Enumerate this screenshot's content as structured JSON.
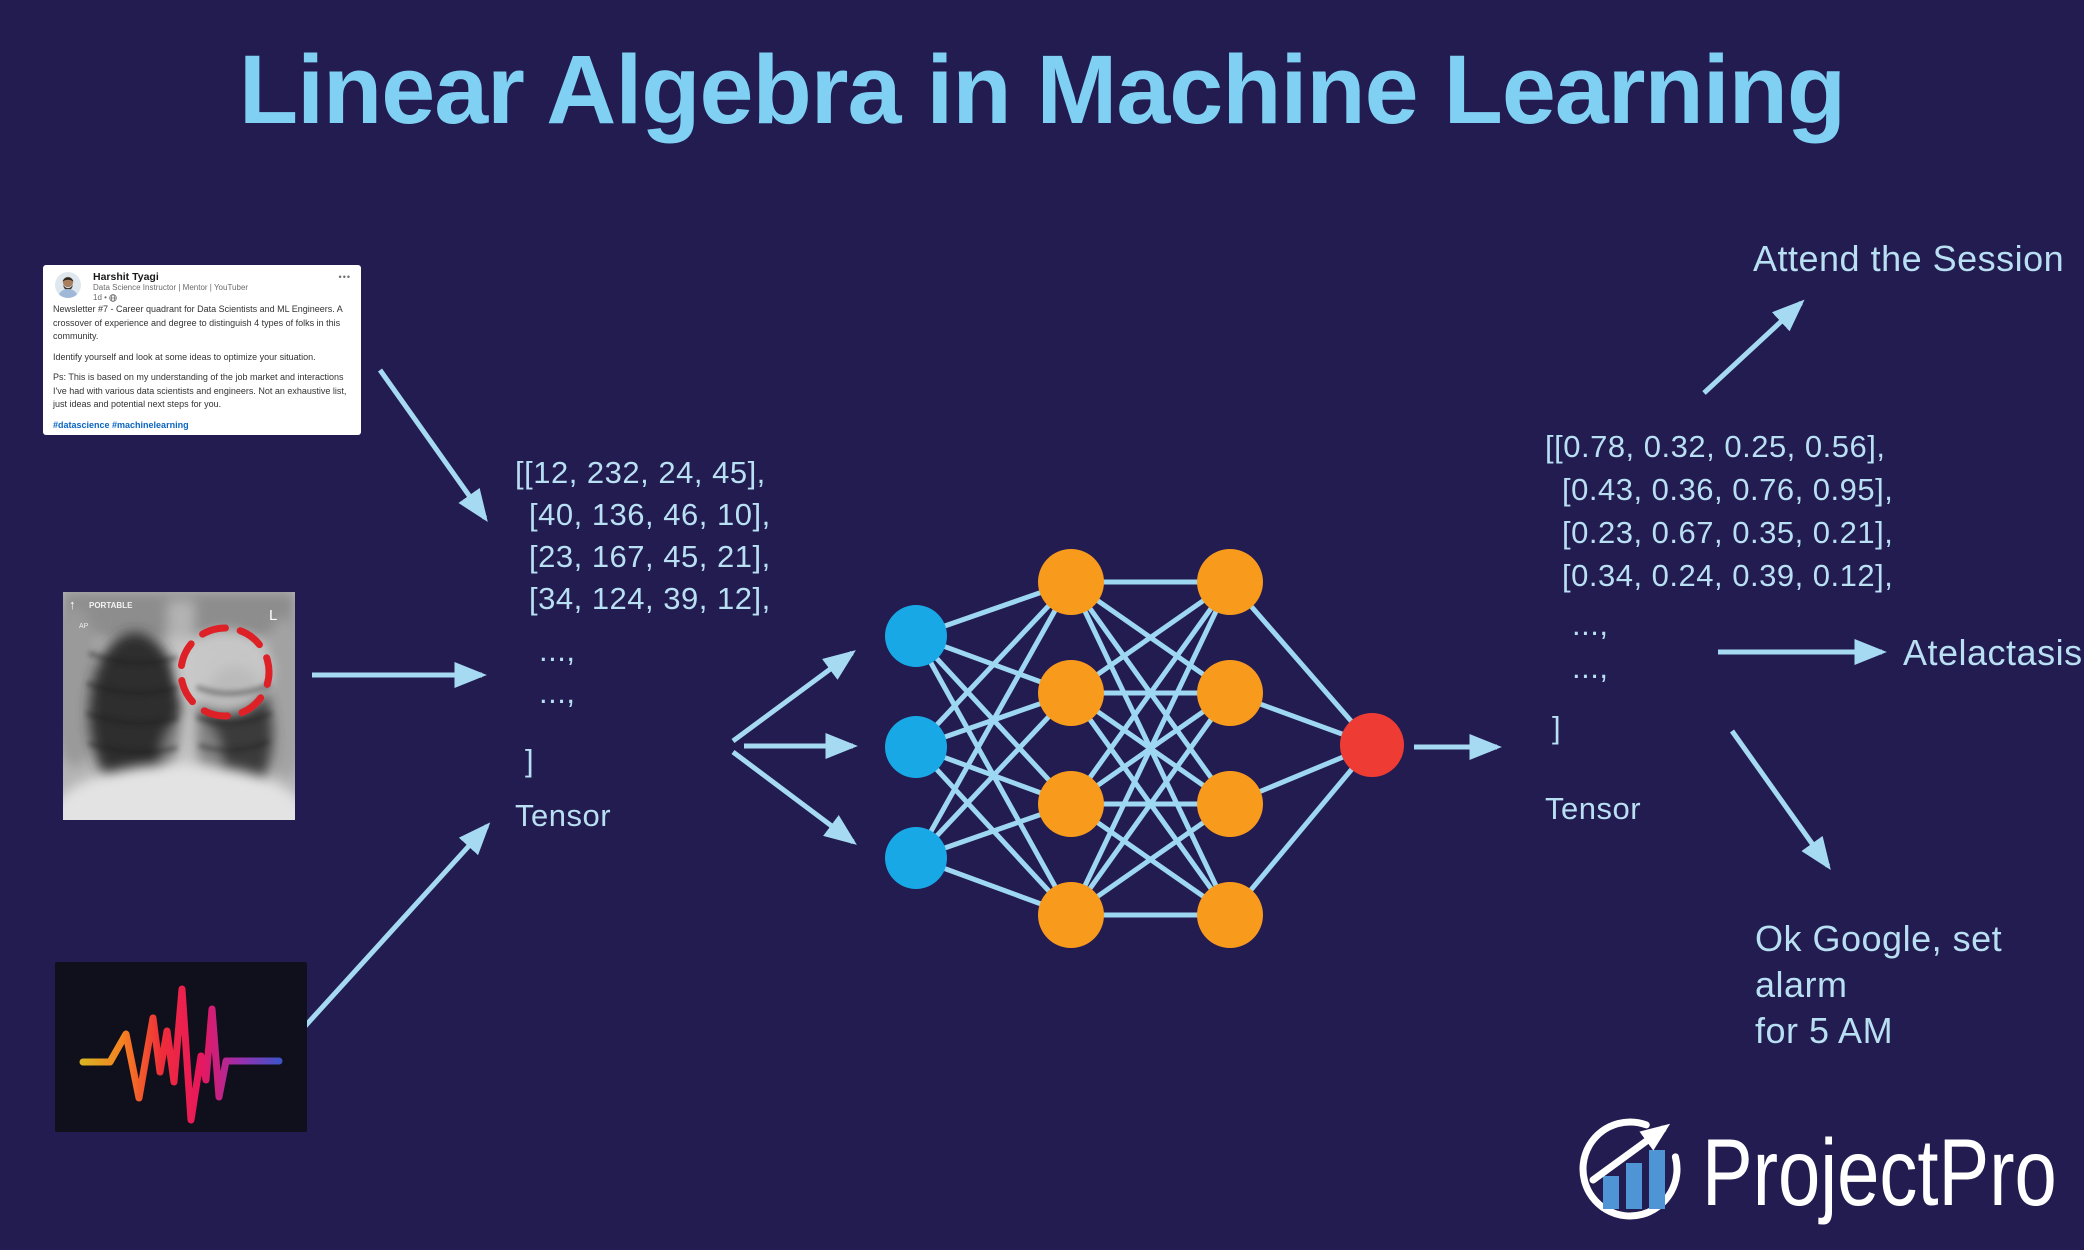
{
  "title": "Linear Algebra in Machine Learning",
  "linkedin_post": {
    "author": "Harshit Tyagi",
    "headline": "Data Science Instructor | Mentor | YouTuber",
    "time": "1d •",
    "menu_dots": "•••",
    "paragraphs": [
      "Newsletter #7 - Career quadrant for Data Scientists and ML Engineers. A crossover of experience and degree to distinguish 4 types of folks in this community.",
      "Identify yourself and look at some ideas to optimize your situation.",
      "Ps: This is based on my understanding of the job market and interactions I've had with various data scientists and engineers. Not an exhaustive list, just ideas and potential next steps for you."
    ],
    "hashtags": "#datascience #machinelearning"
  },
  "xray_labels": {
    "orient_arrow": "↑",
    "portable": "PORTABLE",
    "ap": "AP",
    "left_marker": "L"
  },
  "input_tensor": {
    "lines": [
      "[[12, 232, 24, 45],",
      "[40, 136, 46, 10],",
      "[23, 167, 45, 21],",
      "[34, 124, 39, 12],"
    ],
    "dots1": "...,",
    "dots2": "...,",
    "closing": "]",
    "label": "Tensor"
  },
  "output_tensor": {
    "lines": [
      "[[0.78, 0.32, 0.25, 0.56],",
      "[0.43, 0.36, 0.76, 0.95],",
      "[0.23, 0.67, 0.35, 0.21],",
      "[0.34, 0.24, 0.39, 0.12],"
    ],
    "dots1": "...,",
    "dots2": "...,",
    "closing": "]",
    "label": "Tensor"
  },
  "predictions": {
    "attend": "Attend the Session",
    "atelactasis": "Atelactasis",
    "ok_google": "Ok Google, set alarm\nfor 5 AM"
  },
  "logo": {
    "name": "ProjectPro"
  },
  "network": {
    "layers": [
      3,
      4,
      4,
      1
    ],
    "node_colors": [
      "#18a8e6",
      "#f89a1c",
      "#f89a1c",
      "#ee3c35"
    ]
  },
  "colors": {
    "background": "#221c51",
    "title": "#7fd0f2",
    "text": "#b9dff2",
    "arrow": "#a6daf3",
    "edge": "#9ed7f2",
    "hashtag_blue": "#0a66c2",
    "xray_circle_red": "#dd2127",
    "logo_bar_blue": "#4f94d4",
    "waveform_gradient": [
      "#d9b323",
      "#f58220",
      "#ef2d3a",
      "#e8175d",
      "#9b2fae",
      "#4053c9"
    ]
  }
}
